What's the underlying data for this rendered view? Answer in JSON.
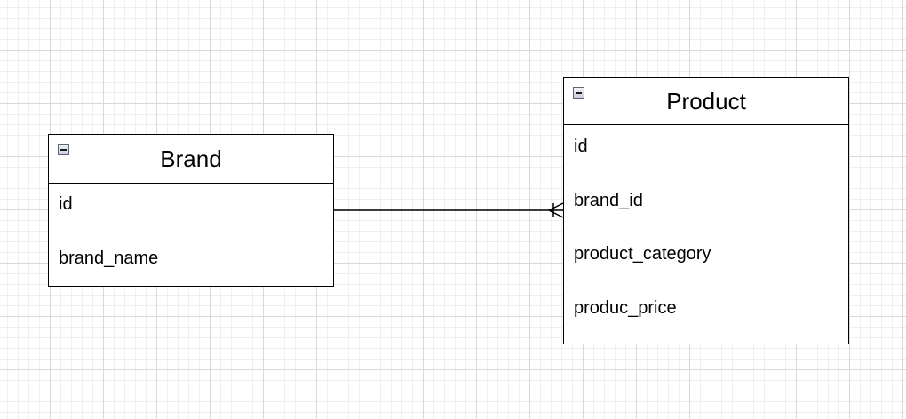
{
  "entities": {
    "brand": {
      "title": "Brand",
      "attributes": [
        "id",
        "brand_name"
      ]
    },
    "product": {
      "title": "Product",
      "attributes": [
        "id",
        "brand_id",
        "product_category",
        "produc_price"
      ]
    }
  },
  "relationship": {
    "from": "Brand",
    "to": "Product",
    "notation": "one-to-many (crow's foot)"
  }
}
